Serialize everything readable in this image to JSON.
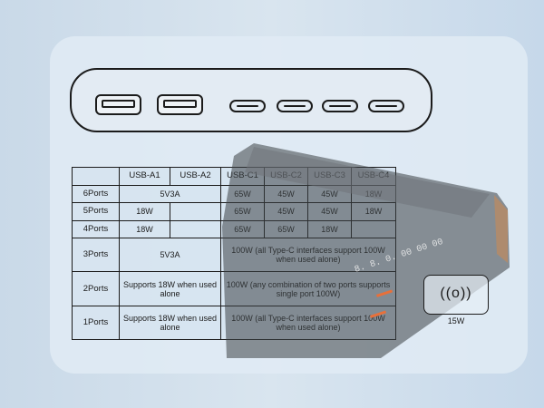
{
  "ports_panel": {
    "usb_a_count": 2,
    "usb_c_count": 4
  },
  "table": {
    "headers": [
      "",
      "USB-A1",
      "USB-A2",
      "USB-C1",
      "USB-C2",
      "USB-C3",
      "USB-C4"
    ],
    "rows": [
      {
        "label": "6Ports",
        "cells": [
          {
            "text": "5V3A",
            "span": 2
          },
          {
            "text": "65W"
          },
          {
            "text": "45W"
          },
          {
            "text": "45W"
          },
          {
            "text": "18W"
          }
        ]
      },
      {
        "label": "5Ports",
        "cells": [
          {
            "text": "18W"
          },
          {
            "text": ""
          },
          {
            "text": "65W"
          },
          {
            "text": "45W"
          },
          {
            "text": "45W"
          },
          {
            "text": "18W"
          }
        ]
      },
      {
        "label": "4Ports",
        "cells": [
          {
            "text": "18W"
          },
          {
            "text": ""
          },
          {
            "text": "65W"
          },
          {
            "text": "65W"
          },
          {
            "text": "18W"
          },
          {
            "text": ""
          }
        ]
      },
      {
        "label": "3Ports",
        "cells": [
          {
            "text": "5V3A",
            "span": 2
          },
          {
            "text": "100W (all Type-C interfaces support 100W when used alone)",
            "span": 4
          }
        ]
      },
      {
        "label": "2Ports",
        "cells": [
          {
            "text": "Supports 18W when used alone",
            "span": 2
          },
          {
            "text": "100W (any combination of two ports supports single port 100W)",
            "span": 4
          }
        ]
      },
      {
        "label": "1Ports",
        "cells": [
          {
            "text": "Supports 18W when used alone",
            "span": 2
          },
          {
            "text": "100W (all Type-C interfaces support 100W when used alone)",
            "span": 4
          }
        ]
      }
    ]
  },
  "wireless": {
    "icon": "wireless-charging-icon",
    "glyph": "((o))",
    "label": "15W"
  }
}
